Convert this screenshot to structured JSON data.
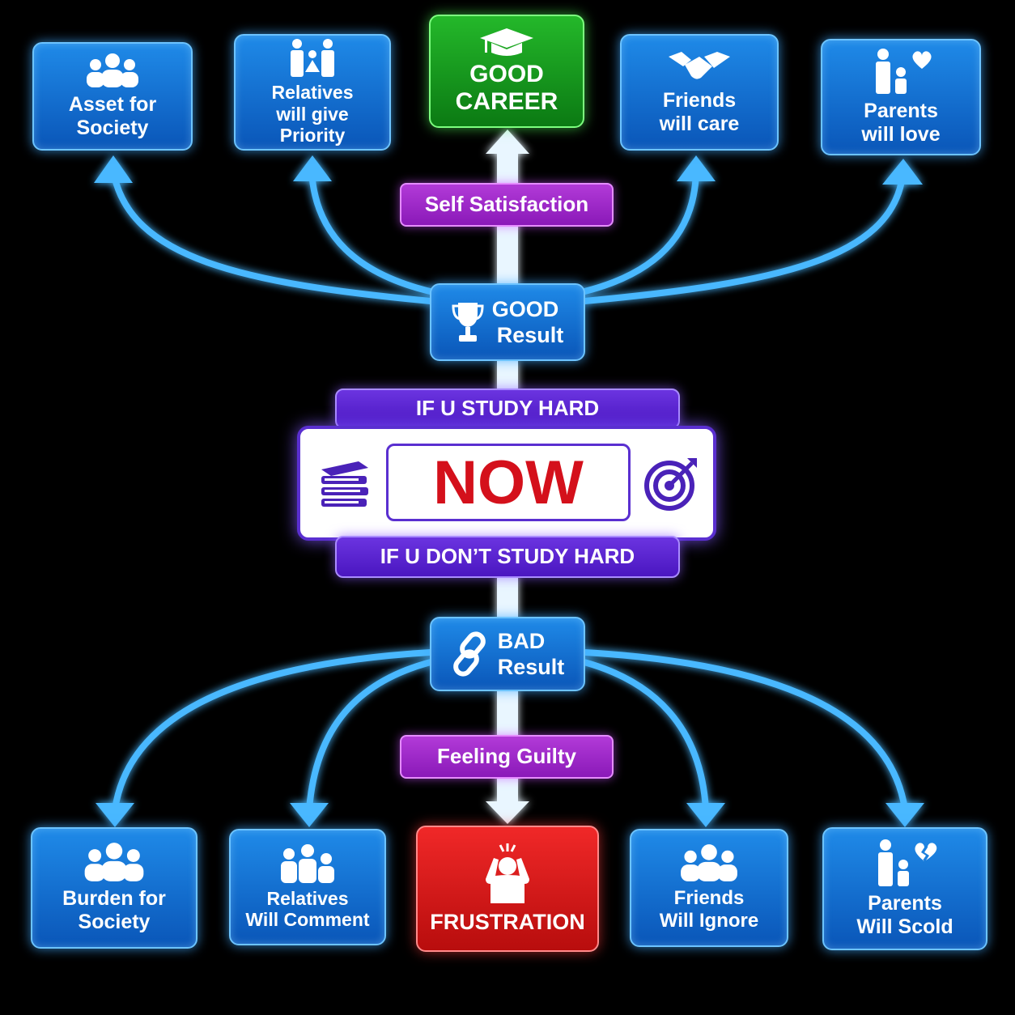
{
  "top_outcomes": [
    {
      "lines": [
        "Asset for",
        "Society"
      ],
      "icon": "group-icon"
    },
    {
      "lines": [
        "Relatives",
        "will give",
        "Priority"
      ],
      "icon": "family-icon"
    },
    {
      "lines": [
        "GOOD",
        "CAREER"
      ],
      "icon": "graduation-cap-icon"
    },
    {
      "lines": [
        "Friends",
        "will care"
      ],
      "icon": "handshake-icon"
    },
    {
      "lines": [
        "Parents",
        "will love"
      ],
      "icon": "parent-child-heart-icon"
    }
  ],
  "bottom_outcomes": [
    {
      "lines": [
        "Burden for",
        "Society"
      ],
      "icon": "group-icon"
    },
    {
      "lines": [
        "Relatives",
        "Will Comment"
      ],
      "icon": "family-icon"
    },
    {
      "lines": [
        "FRUSTRATION"
      ],
      "icon": "frustrated-person-icon"
    },
    {
      "lines": [
        "Friends",
        "Will Ignore"
      ],
      "icon": "group-icon"
    },
    {
      "lines": [
        "Parents",
        "Will Scold"
      ],
      "icon": "parent-child-broken-heart-icon"
    }
  ],
  "good_result": {
    "line1": "GOOD",
    "line2": "Result",
    "icon": "trophy-icon"
  },
  "bad_result": {
    "line1": "BAD",
    "line2": "Result",
    "icon": "chain-link-icon"
  },
  "self_satisfaction": "Self Satisfaction",
  "feeling_guilty": "Feeling Guilty",
  "study_hard": "IF U STUDY HARD",
  "dont_study_hard": "IF U DON’T STUDY HARD",
  "now": "NOW",
  "now_icons": {
    "left": "books-icon",
    "right": "target-icon"
  },
  "colors": {
    "blue": "#1f8ae8",
    "green": "#1aa322",
    "red": "#e01c1c",
    "magenta": "#a22ccc",
    "purple": "#5a26d6",
    "arrow": "#49b8ff",
    "now_text": "#d4101b"
  }
}
